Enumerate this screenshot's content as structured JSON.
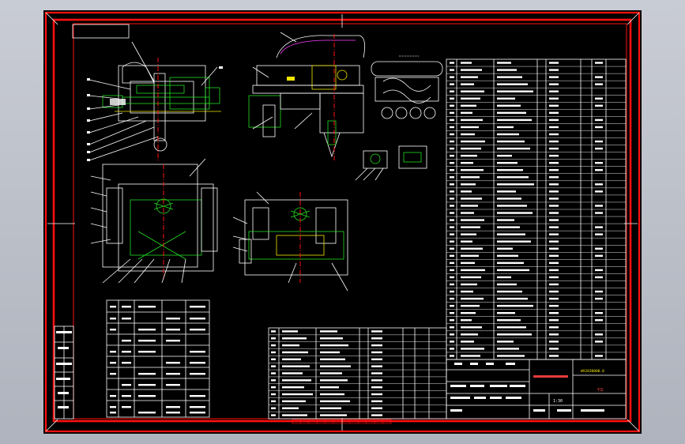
{
  "title_block": {
    "drawing_code": "WX2030000.0",
    "product_name": "卡车",
    "scale": "1:30"
  },
  "colors": {
    "frame": "#ff1010",
    "outline": "#ffffff",
    "part": "#22dd22",
    "highlight": "#f2e600",
    "dimension": "#ff40ff"
  }
}
